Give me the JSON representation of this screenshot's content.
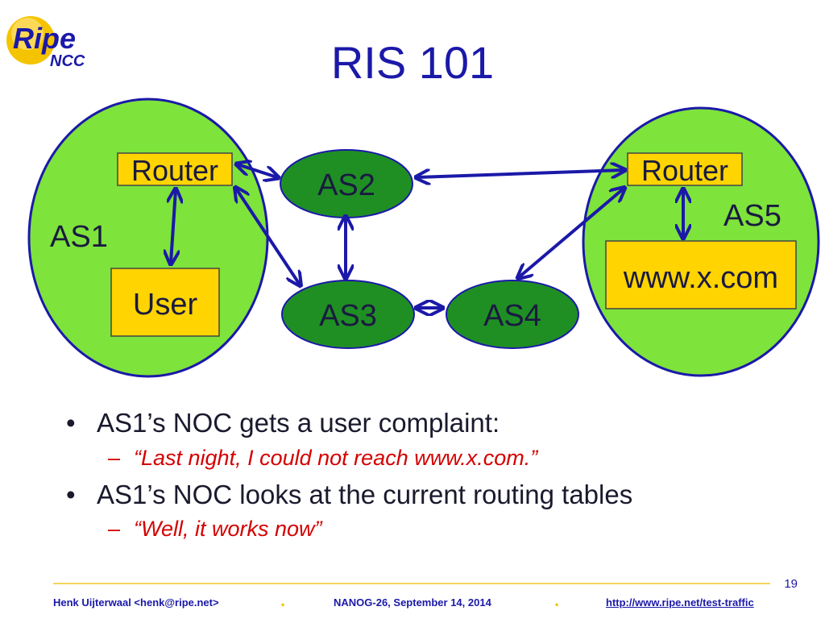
{
  "logo": {
    "word": "Ripe",
    "sub": "NCC"
  },
  "title": "RIS 101",
  "diagram": {
    "as1_label": "AS1",
    "as5_label": "AS5",
    "router_left": "Router",
    "router_right": "Router",
    "user": "User",
    "www": "www.x.com",
    "as2": "AS2",
    "as3": "AS3",
    "as4": "AS4"
  },
  "bullets": [
    {
      "text": "AS1’s NOC gets a user complaint:",
      "sub": "“Last night, I could not reach www.x.com.”"
    },
    {
      "text": "AS1’s NOC looks at the current routing tables",
      "sub": "“Well, it works now”"
    }
  ],
  "bullet_marker": "•",
  "sub_marker": "–",
  "footer": {
    "author": "Henk Uijterwaal <henk@ripe.net>",
    "event": "NANOG-26, September 14, 2014",
    "link": "http://www.ripe.net/test-traffic",
    "page": "19",
    "separator": "."
  },
  "colors": {
    "title": "#1b19a8",
    "as_bubble_fill": "#7ee33a",
    "as_bubble_stroke": "#1b19a8",
    "as_node_fill": "#1f8f24",
    "box_fill": "#ffd400",
    "arrow": "#1b19a8",
    "quote": "#d40000"
  }
}
